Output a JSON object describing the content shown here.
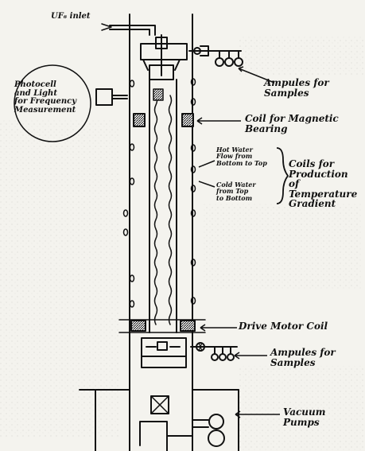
{
  "labels": {
    "uf6_inlet": "UF₆ inlet",
    "photocell": "Photocell\nand Light\nfor Frequency\nMeasurement",
    "ampules_top": "Ampules for\nSamples",
    "coil_magnetic": "Coil for Magnetic\nBearing",
    "hot_water": "Hot Water\nFlow from\nBottom to Top",
    "cold_water": "Cold Water\nfrom Top\nto Bottom",
    "coils_production": "Coils for\nProduction\nof Temperature\nGradient",
    "drive_motor": "Drive Motor Coil",
    "ampules_bottom": "Ampules for\nSamples",
    "vacuum_pumps": "Vacuum Pumps"
  },
  "colors": {
    "ink": "#111111",
    "paper": "#f4f3ee"
  }
}
